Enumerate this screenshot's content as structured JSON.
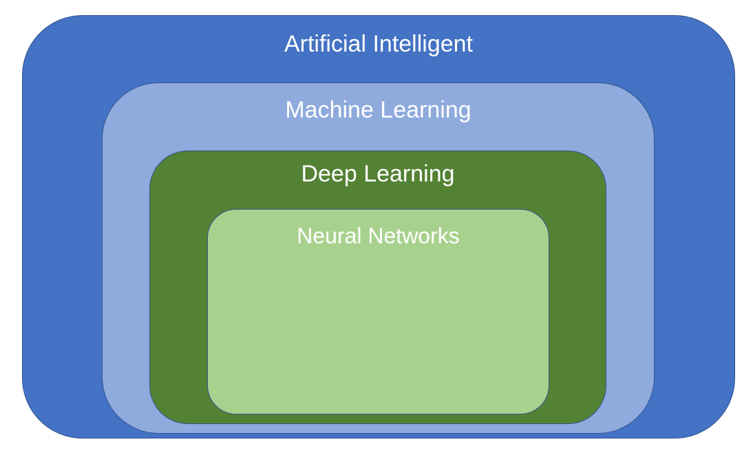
{
  "layers": [
    {
      "label": "Artificial Intelligent",
      "fill": "#4472c4"
    },
    {
      "label": "Machine Learning",
      "fill": "#8faadc"
    },
    {
      "label": "Deep Learning",
      "fill": "#548235"
    },
    {
      "label": "Neural Networks",
      "fill": "#a9d18e"
    }
  ],
  "border_color": "#2f528f"
}
